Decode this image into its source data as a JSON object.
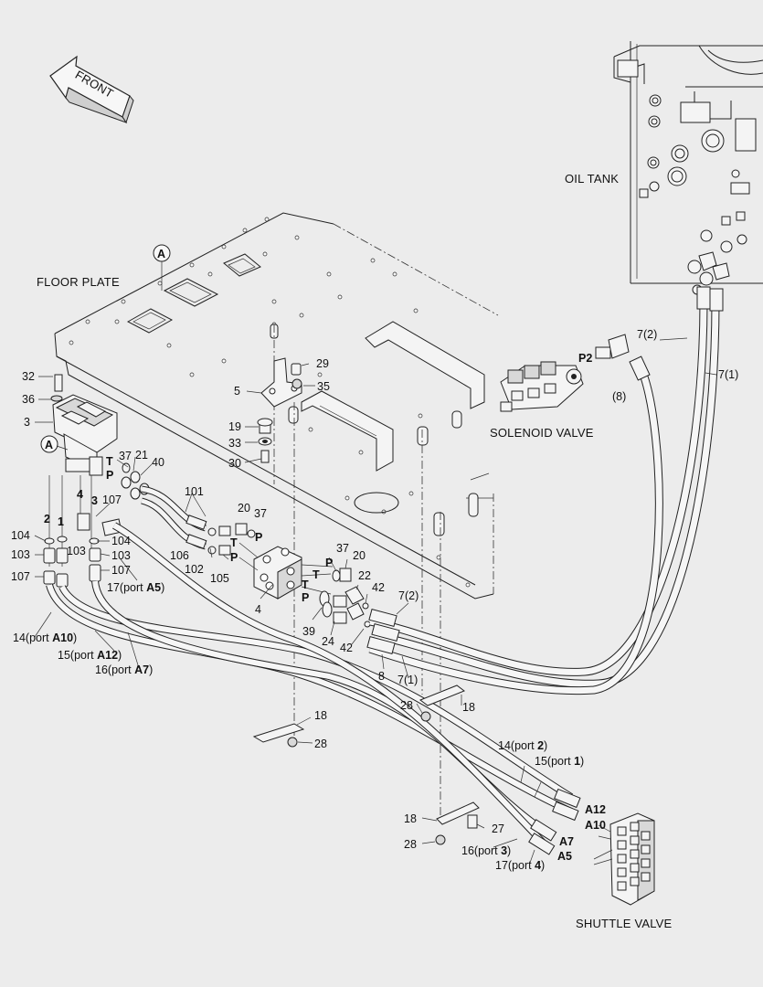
{
  "labels": {
    "front": "FRONT",
    "floor_plate": "FLOOR PLATE",
    "oil_tank": "OIL TANK",
    "solenoid_valve": "SOLENOID VALVE",
    "shuttle_valve": "SHUTTLE VALVE",
    "ref_a": "A"
  },
  "callouts": [
    {
      "id": "c29",
      "text": "29"
    },
    {
      "id": "c35",
      "text": "35"
    },
    {
      "id": "c5",
      "text": "5"
    },
    {
      "id": "c19",
      "text": "19"
    },
    {
      "id": "c33",
      "text": "33"
    },
    {
      "id": "c30",
      "text": "30"
    },
    {
      "id": "c32",
      "text": "32"
    },
    {
      "id": "c36",
      "text": "36"
    },
    {
      "id": "c3a",
      "text": "3"
    },
    {
      "id": "c37a",
      "text": "37"
    },
    {
      "id": "c21",
      "text": "21"
    },
    {
      "id": "c40",
      "text": "40"
    },
    {
      "id": "cT1",
      "text": "T"
    },
    {
      "id": "cP1",
      "text": "P"
    },
    {
      "id": "c101",
      "text": "101"
    },
    {
      "id": "c107a",
      "text": "107"
    },
    {
      "id": "c2",
      "text": "2"
    },
    {
      "id": "c1",
      "text": "1"
    },
    {
      "id": "c4a",
      "text": "4"
    },
    {
      "id": "c3b",
      "text": "3"
    },
    {
      "id": "c104a",
      "text": "104"
    },
    {
      "id": "c103a",
      "text": "103"
    },
    {
      "id": "c107b",
      "text": "107"
    },
    {
      "id": "c103b",
      "text": "103"
    },
    {
      "id": "c104b",
      "text": "104"
    },
    {
      "id": "c103c",
      "text": "103"
    },
    {
      "id": "c107c",
      "text": "107"
    },
    {
      "id": "c20a",
      "text": "20"
    },
    {
      "id": "c37b",
      "text": "37"
    },
    {
      "id": "cT2",
      "text": "T"
    },
    {
      "id": "cP2",
      "text": "P"
    },
    {
      "id": "cP3",
      "text": "P"
    },
    {
      "id": "c106",
      "text": "106"
    },
    {
      "id": "c102",
      "text": "102"
    },
    {
      "id": "c105",
      "text": "105"
    },
    {
      "id": "c4b",
      "text": "4"
    },
    {
      "id": "cP4",
      "text": "P"
    },
    {
      "id": "c37c",
      "text": "37"
    },
    {
      "id": "c20b",
      "text": "20"
    },
    {
      "id": "cT3",
      "text": "T"
    },
    {
      "id": "c22",
      "text": "22"
    },
    {
      "id": "c42a",
      "text": "42"
    },
    {
      "id": "cT4",
      "text": "T"
    },
    {
      "id": "cP5",
      "text": "P"
    },
    {
      "id": "c39",
      "text": "39"
    },
    {
      "id": "c24",
      "text": "24"
    },
    {
      "id": "c42b",
      "text": "42"
    },
    {
      "id": "c72a",
      "text": "7(2)"
    },
    {
      "id": "c8a",
      "text": "8"
    },
    {
      "id": "c71a",
      "text": "7(1)"
    },
    {
      "id": "c72b",
      "text": "7(2)"
    },
    {
      "id": "c71b",
      "text": "7(1)"
    },
    {
      "id": "c8b",
      "text": "(8)"
    },
    {
      "id": "c28a",
      "text": "28"
    },
    {
      "id": "c18a",
      "text": "18"
    },
    {
      "id": "c18b",
      "text": "18"
    },
    {
      "id": "c28b",
      "text": "28"
    },
    {
      "id": "c18c",
      "text": "18"
    },
    {
      "id": "c28c",
      "text": "28"
    },
    {
      "id": "c27",
      "text": "27"
    }
  ],
  "hose_labels": [
    {
      "id": "h17",
      "prefix": "17(port ",
      "port": "A5",
      "suffix": ")"
    },
    {
      "id": "h14",
      "prefix": "14(port ",
      "port": "A10",
      "suffix": ")"
    },
    {
      "id": "h15",
      "prefix": "15(port ",
      "port": "A12",
      "suffix": ")"
    },
    {
      "id": "h16",
      "prefix": "16(port ",
      "port": "A7",
      "suffix": ")"
    },
    {
      "id": "h14b",
      "prefix": "14(port ",
      "port": "2",
      "suffix": ")"
    },
    {
      "id": "h15b",
      "prefix": "15(port ",
      "port": "1",
      "suffix": ")"
    },
    {
      "id": "h16b",
      "prefix": "16(port ",
      "port": "3",
      "suffix": ")"
    },
    {
      "id": "h17b",
      "prefix": "17(port ",
      "port": "4",
      "suffix": ")"
    }
  ],
  "port_labels": {
    "p2": "P2",
    "a12": "A12",
    "a10": "A10",
    "a7": "A7",
    "a5": "A5"
  }
}
